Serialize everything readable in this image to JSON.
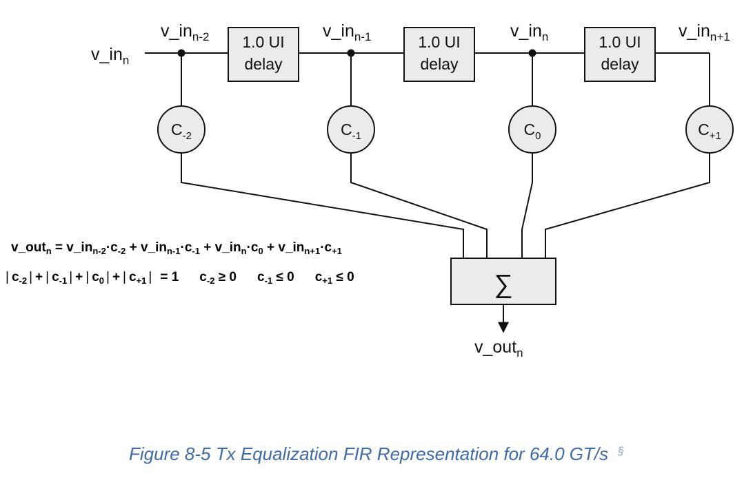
{
  "diagram": {
    "input_label": {
      "base": "v_in",
      "sub": "n"
    },
    "tap_labels": [
      {
        "base": "v_in",
        "sub": "n-2"
      },
      {
        "base": "v_in",
        "sub": "n-1"
      },
      {
        "base": "v_in",
        "sub": "n"
      },
      {
        "base": "v_in",
        "sub": "n+1"
      }
    ],
    "delay_blocks": [
      {
        "line1": "1.0 UI",
        "line2": "delay"
      },
      {
        "line1": "1.0 UI",
        "line2": "delay"
      },
      {
        "line1": "1.0 UI",
        "line2": "delay"
      }
    ],
    "coefficients": [
      {
        "base": "C",
        "sub": "-2"
      },
      {
        "base": "C",
        "sub": "-1"
      },
      {
        "base": "C",
        "sub": "0"
      },
      {
        "base": "C",
        "sub": "+1"
      }
    ],
    "summer_symbol": "∑",
    "output_label": {
      "base": "v_out",
      "sub": "n"
    },
    "equation_1": {
      "lhs": {
        "base": "v_out",
        "sub": "n"
      },
      "equals": " = ",
      "terms": [
        {
          "v_base": "v_in",
          "v_sub": "n-2",
          "c_base": "c",
          "c_sub": "-2"
        },
        {
          "v_base": "v_in",
          "v_sub": "n-1",
          "c_base": "c",
          "c_sub": "-1"
        },
        {
          "v_base": "v_in",
          "v_sub": "n",
          "c_base": "c",
          "c_sub": "0"
        },
        {
          "v_base": "v_in",
          "v_sub": "n+1",
          "c_base": "c",
          "c_sub": "+1"
        }
      ],
      "dot": "·",
      "plus": " + "
    },
    "equation_2": {
      "abs_terms": [
        {
          "base": "c",
          "sub": "-2"
        },
        {
          "base": "c",
          "sub": "-1"
        },
        {
          "base": "c",
          "sub": "0"
        },
        {
          "base": "c",
          "sub": "+1"
        }
      ],
      "bar": "|",
      "plus": "+",
      "equals_one": "= 1",
      "constraints": [
        {
          "base": "c",
          "sub": "-2",
          "rel": " ≥ 0"
        },
        {
          "base": "c",
          "sub": "-1",
          "rel": " ≤ 0"
        },
        {
          "base": "c",
          "sub": "+1",
          "rel": " ≤ 0"
        }
      ]
    }
  },
  "caption": {
    "text": "Figure 8-5 Tx Equalization FIR Representation for 64.0 GT/s",
    "section_mark": "§"
  }
}
